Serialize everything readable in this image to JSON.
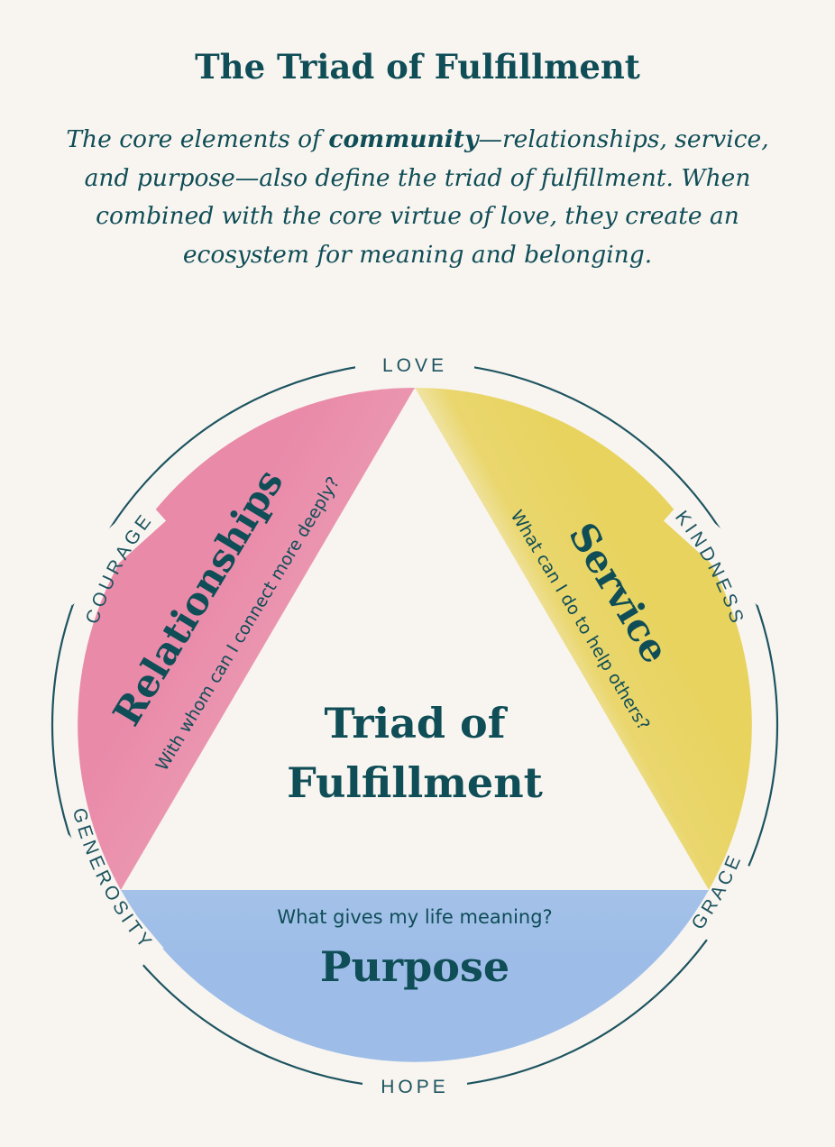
{
  "header": {
    "title": "The Triad of Fulfillment",
    "intro_before": "The core elements of ",
    "intro_bold": "community",
    "intro_after": "—relationships, service, and purpose—also define the triad of fulfillment. When combined with the core virtue of love, they create an ecosystem for meaning and belonging."
  },
  "diagram": {
    "center_line1": "Triad of",
    "center_line2": "Fulfillment",
    "segments": {
      "relationships": {
        "title": "Relationships",
        "question": "With whom can I connect more deeply?",
        "color": "#e98aa9"
      },
      "service": {
        "title": "Service",
        "question": "What can I do to help others?",
        "color": "#e8d35f"
      },
      "purpose": {
        "title": "Purpose",
        "question": "What gives my life meaning?",
        "color": "#9dbde8"
      }
    },
    "virtues": {
      "love": "LOVE",
      "kindness": "KINDNESS",
      "grace": "GRACE",
      "hope": "HOPE",
      "generosity": "GENEROSITY",
      "courage": "COURAGE"
    },
    "colors": {
      "text": "#0f4d57",
      "ring": "#1d5460",
      "background": "#f8f5f0"
    }
  }
}
